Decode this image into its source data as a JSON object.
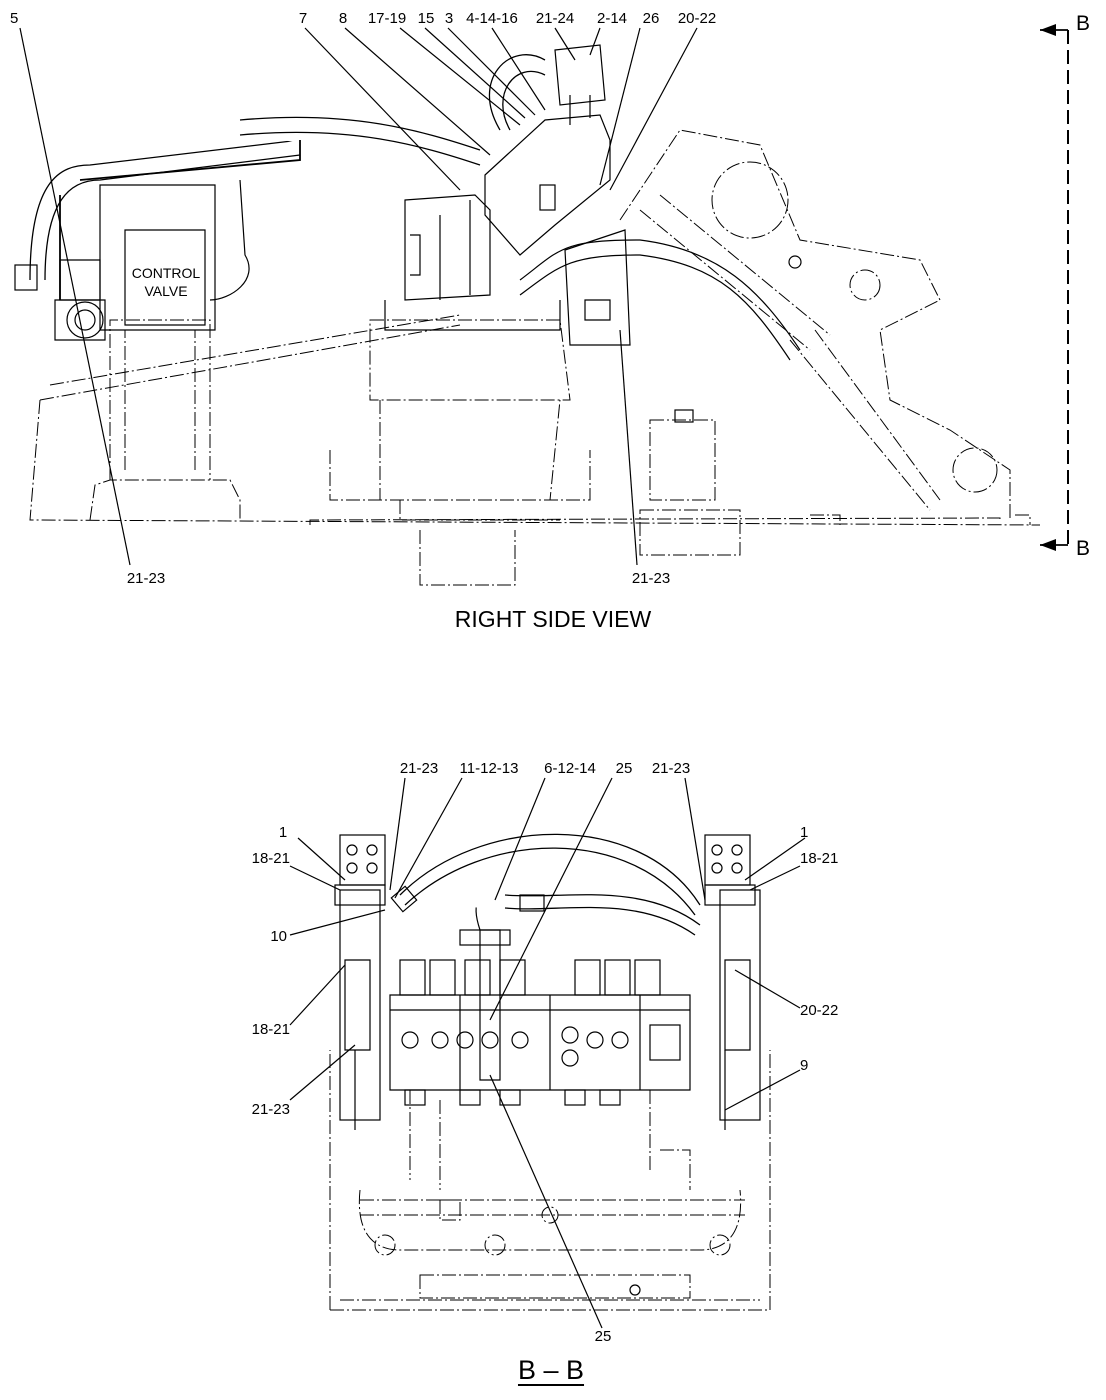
{
  "top_view": {
    "title": "RIGHT SIDE VIEW",
    "component_label": [
      "CONTROL",
      "VALVE"
    ],
    "section_marker": "B",
    "callouts": [
      "5",
      "7",
      "8",
      "17-19",
      "15",
      "3",
      "4-14-16",
      "21-24",
      "2-14",
      "26",
      "20-22",
      "21-23",
      "21-23"
    ]
  },
  "bottom_view": {
    "title": "B – B",
    "callouts": [
      "21-23",
      "11-12-13",
      "6-12-14",
      "25",
      "21-23",
      "1",
      "18-21",
      "1",
      "18-21",
      "10",
      "18-21",
      "20-22",
      "9",
      "21-23",
      "25"
    ]
  }
}
